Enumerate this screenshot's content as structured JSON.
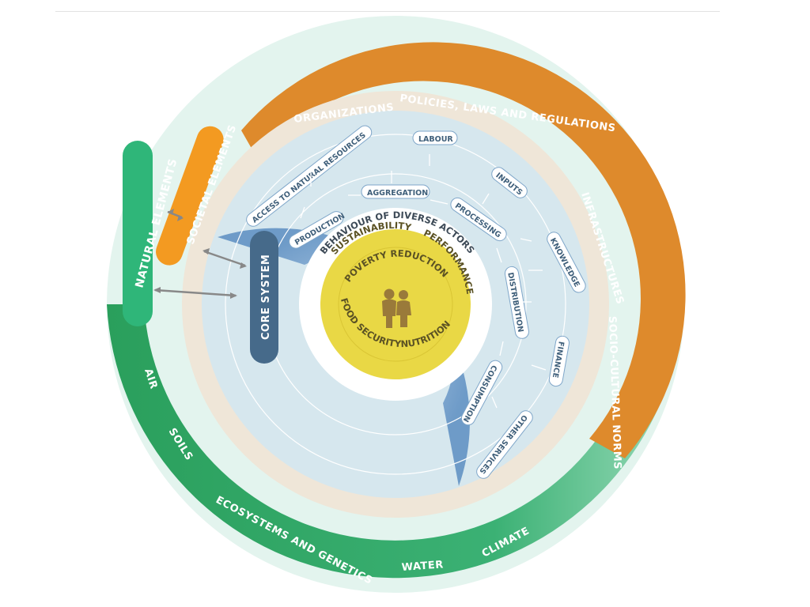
{
  "outer": {
    "natural_elements": {
      "title": "NATURAL ELEMENTS",
      "items": [
        "AIR",
        "SOILS",
        "ECOSYSTEMS AND GENETICS",
        "WATER",
        "CLIMATE"
      ]
    },
    "societal_elements": {
      "title": "SOCIETAL ELEMENTS",
      "items": [
        "ORGANIZATIONS",
        "POLICIES, LAWS AND REGULATIONS",
        "INFRASTRUCTURES",
        "SOCIO-CULTURAL NORMS"
      ]
    },
    "core_system": {
      "title": "CORE SYSTEM"
    }
  },
  "core": {
    "resources": [
      "ACCESS TO NATURAL RESOURCES",
      "LABOUR",
      "INPUTS",
      "KNOWLEDGE",
      "FINANCE",
      "OTHER SERVICES"
    ],
    "activities": [
      "PRODUCTION",
      "AGGREGATION",
      "PROCESSING",
      "DISTRIBUTION",
      "CONSUMPTION"
    ],
    "behaviour": "BEHAVIOUR OF DIVERSE ACTORS"
  },
  "center": {
    "sustainability": "SUSTAINABILITY",
    "performance": "PERFORMANCE",
    "poverty_reduction": "POVERTY REDUCTION",
    "food_security": "FOOD SECURITY",
    "nutrition": "NUTRITION"
  },
  "colors": {
    "natural_green": "#2eaa63",
    "societal_orange": "#de8a2c",
    "core_blue": "#7aa4cf",
    "center_yellow": "#e9d845",
    "core_system_navy": "#466a8a",
    "societal_pill": "#f39a21"
  },
  "icons": [
    "people-icon"
  ]
}
